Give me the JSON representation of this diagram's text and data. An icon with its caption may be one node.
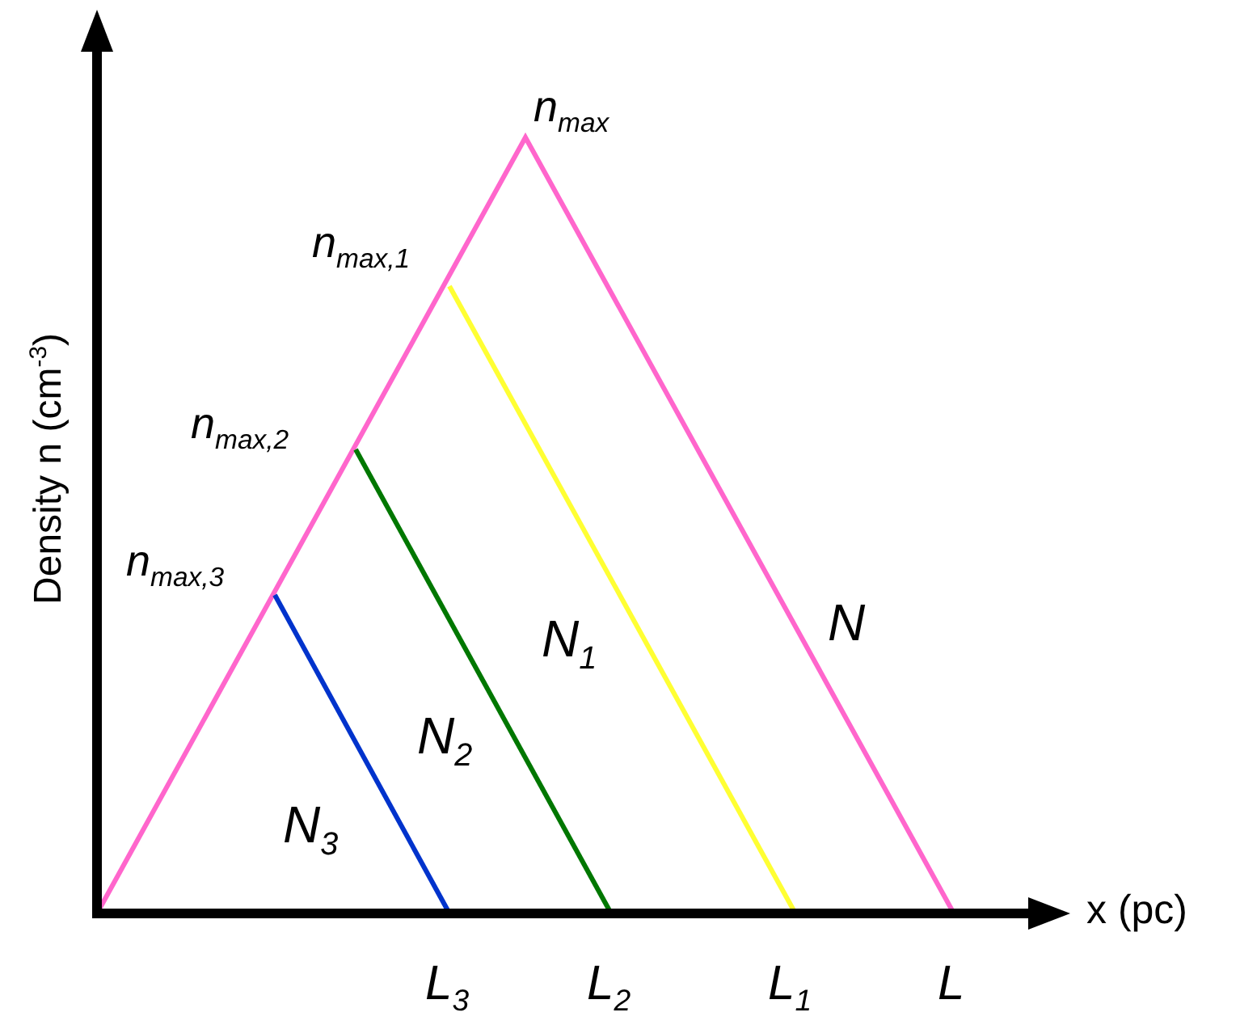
{
  "diagram": {
    "labels": [
      "Density n (cm$^{-3}$)",
      "x (pc)",
      "n$_{max}$",
      "n$_{max,1}$",
      "n$_{max,2}$",
      "n$_{max,3}$",
      "N$_{1}$",
      "N",
      "N$_{2}$",
      "N$_{3}$",
      "L$_{3}$",
      "L$_{2}$",
      "L$_{1}$",
      "L"
    ]
  }
}
